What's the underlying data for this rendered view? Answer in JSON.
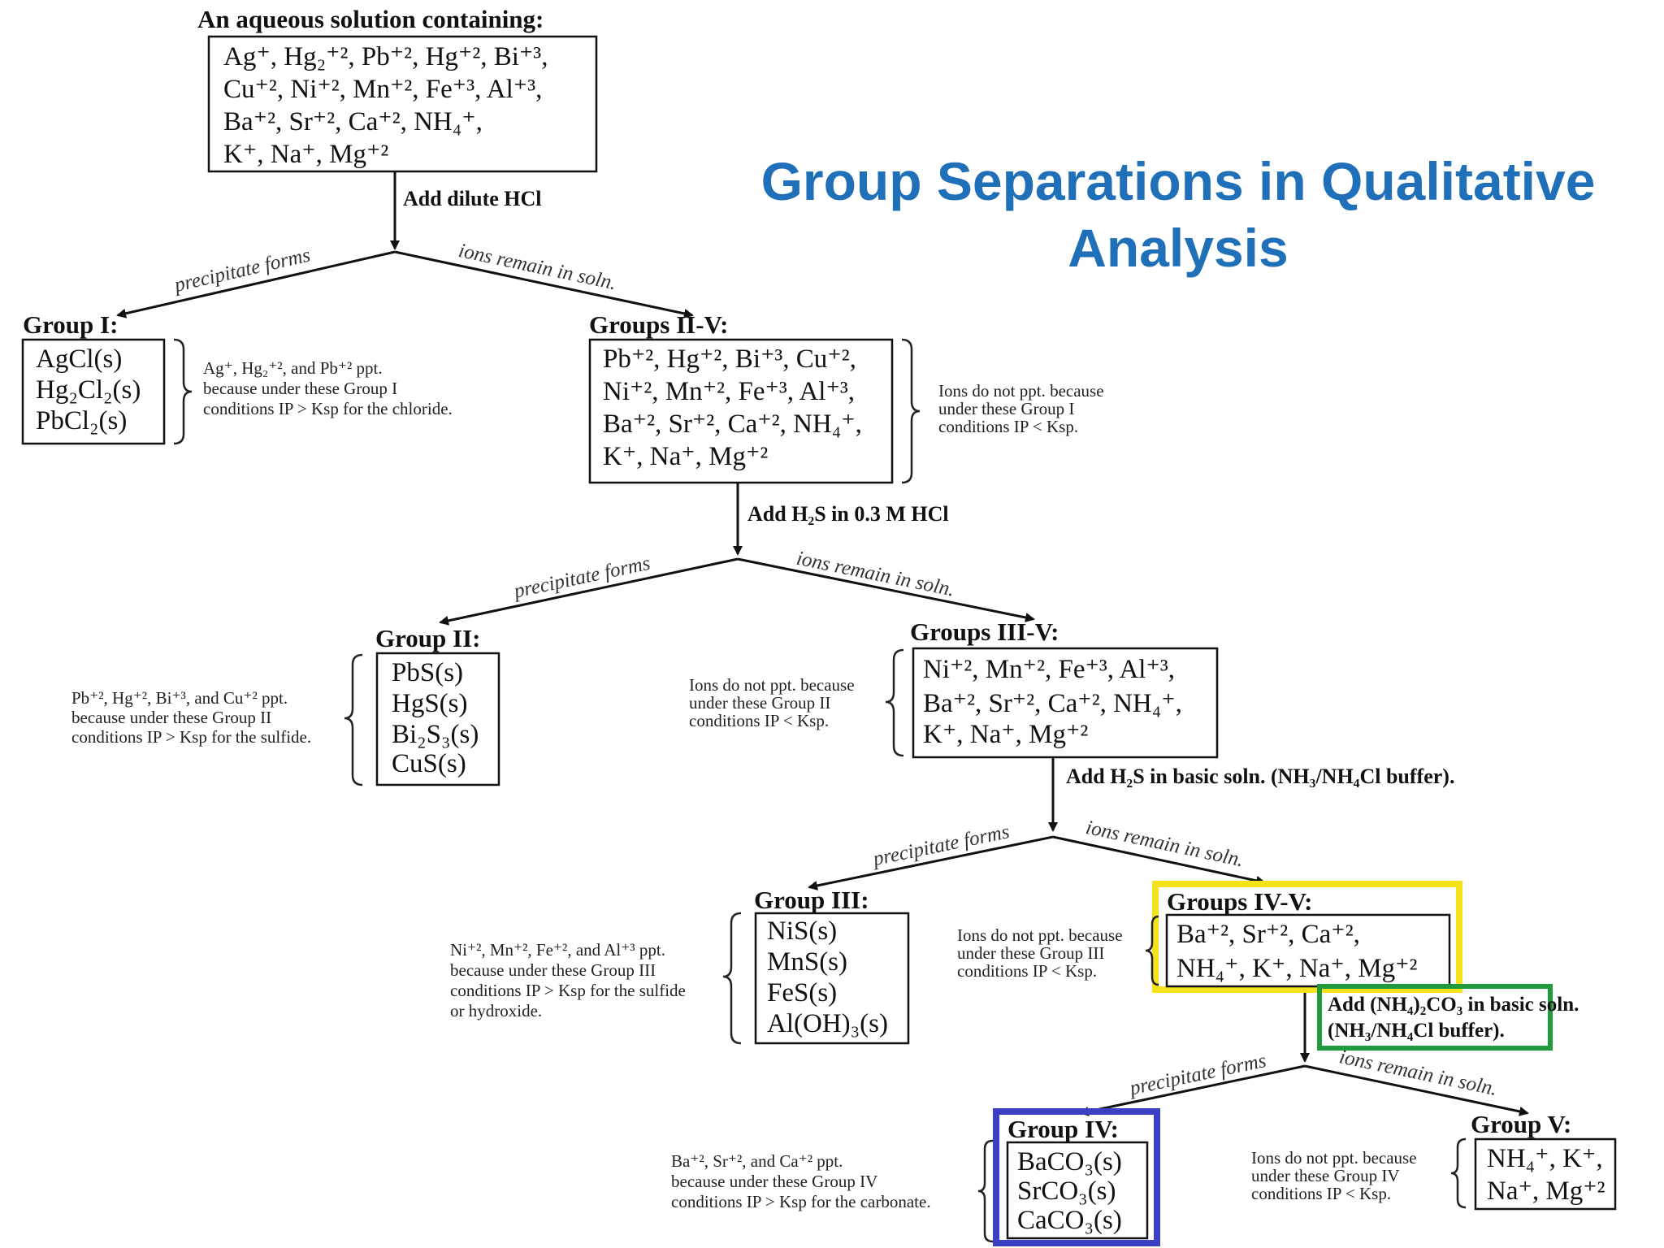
{
  "title": {
    "line1": "Group Separations in Qualitative",
    "line2": "Analysis"
  },
  "start": {
    "header": "An aqueous solution containing:",
    "lines": [
      "Ag⁺, Hg₂⁺², Pb⁺², Hg⁺², Bi⁺³,",
      "Cu⁺², Ni⁺², Mn⁺², Fe⁺³, Al⁺³,",
      "Ba⁺², Sr⁺², Ca⁺², NH₄⁺,",
      "K⁺, Na⁺, Mg⁺²"
    ],
    "reagent": "Add dilute HCl"
  },
  "branch_labels": {
    "precipitate": "precipitate forms",
    "remain": "ions remain in soln."
  },
  "group1": {
    "header": "Group I:",
    "items": [
      "AgCl(s)",
      "Hg₂Cl₂(s)",
      "PbCl₂(s)"
    ],
    "note": [
      "Ag⁺, Hg₂⁺², and Pb⁺² ppt.",
      "because under these Group I",
      "conditions IP > Ksp for the chloride."
    ]
  },
  "groups2to5": {
    "header": "Groups II-V:",
    "lines": [
      "Pb⁺², Hg⁺², Bi⁺³, Cu⁺²,",
      "Ni⁺², Mn⁺², Fe⁺³, Al⁺³,",
      "Ba⁺², Sr⁺², Ca⁺², NH₄⁺,",
      "K⁺, Na⁺, Mg⁺²"
    ],
    "note": [
      "Ions do not ppt. because",
      "under these Group I",
      "conditions IP < Ksp."
    ],
    "reagent": "Add H₂S in 0.3 M HCl"
  },
  "group2": {
    "header": "Group II:",
    "items": [
      "PbS(s)",
      "HgS(s)",
      "Bi₂S₃(s)",
      "CuS(s)"
    ],
    "note": [
      "Pb⁺², Hg⁺², Bi⁺³, and Cu⁺² ppt.",
      "because under these Group II",
      "conditions IP > Ksp for the sulfide."
    ]
  },
  "groups3to5": {
    "header": "Groups III-V:",
    "lines": [
      "Ni⁺², Mn⁺², Fe⁺³, Al⁺³,",
      "Ba⁺², Sr⁺², Ca⁺², NH₄⁺,",
      "K⁺, Na⁺, Mg⁺²"
    ],
    "note": [
      "Ions do not ppt. because",
      "under these Group II",
      "conditions IP < Ksp."
    ],
    "reagent": "Add H₂S in basic soln. (NH₃/NH₄Cl buffer)."
  },
  "group3": {
    "header": "Group III:",
    "items": [
      "NiS(s)",
      "MnS(s)",
      "FeS(s)",
      "Al(OH)₃(s)"
    ],
    "note": [
      "Ni⁺², Mn⁺², Fe⁺², and Al⁺³ ppt.",
      "because under these Group III",
      "conditions IP > Ksp for the sulfide",
      "or hydroxide."
    ]
  },
  "groups4to5": {
    "header": "Groups IV-V:",
    "lines": [
      "Ba⁺², Sr⁺², Ca⁺²,",
      "NH₄⁺, K⁺, Na⁺, Mg⁺²"
    ],
    "note": [
      "Ions do not ppt. because",
      "under these Group III",
      "conditions IP < Ksp."
    ],
    "reagent": [
      "Add (NH₄)₂CO₃ in basic soln.",
      "(NH₃/NH₄Cl buffer)."
    ]
  },
  "group4": {
    "header": "Group IV:",
    "items": [
      "BaCO₃(s)",
      "SrCO₃(s)",
      "CaCO₃(s)"
    ],
    "note": [
      "Ba⁺², Sr⁺², and Ca⁺² ppt.",
      "because under these Group IV",
      "conditions IP > Ksp for the carbonate."
    ]
  },
  "group5": {
    "header": "Group V:",
    "lines": [
      "NH₄⁺, K⁺,",
      "Na⁺, Mg⁺²"
    ],
    "note": [
      "Ions do not ppt. because",
      "under these Group IV",
      "conditions IP < Ksp."
    ]
  },
  "colors": {
    "title": "#1f70b8",
    "highlight_groups_4_5": "#f4e21c",
    "highlight_reagent": "#1f9a3e",
    "highlight_group4": "#3b3fc4"
  }
}
